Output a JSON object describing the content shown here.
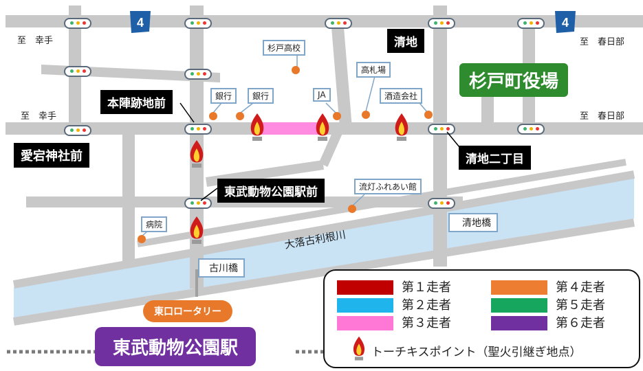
{
  "route_number": "4",
  "directions": {
    "to_satte_top": "至　幸手",
    "to_satte_mid": "至　幸手",
    "to_kasukabe_top": "至　春日部",
    "to_kasukabe_mid": "至　春日部"
  },
  "intersections": {
    "honjin": "本陣跡地前",
    "atago": "愛宕神社前",
    "kiyoji": "清地",
    "kiyoji_nichome": "清地二丁目",
    "tobu_station_mae": "東武動物公園駅前"
  },
  "landmarks": {
    "sugito_high": "杉戸高校",
    "takafudaba": "高札場",
    "bank1": "銀行",
    "bank2": "銀行",
    "ja": "JA",
    "sake_brewery": "酒造会社",
    "ryuto_hall": "流灯ふれあい館",
    "hospital": "病院"
  },
  "town_hall": "杉戸町役場",
  "river": "大落古利根川",
  "bridges": {
    "furukawa": "古川橋",
    "kiyoji": "清地橋"
  },
  "east_rotary": "東口ロータリー",
  "station": "東武動物公園駅",
  "legend": {
    "items": [
      {
        "label": "第１走者",
        "color": "#c00000"
      },
      {
        "label": "第２走者",
        "color": "#1fb4ec"
      },
      {
        "label": "第３走者",
        "color": "#ff78d6"
      },
      {
        "label": "第４走者",
        "color": "#ed7d31"
      },
      {
        "label": "第５走者",
        "color": "#16a65d"
      },
      {
        "label": "第６走者",
        "color": "#7030a0"
      }
    ],
    "torch_kiss": "トーチキスポイント（聖火引継ぎ地点）"
  },
  "colors": {
    "road": "#c8c8c8",
    "river": "#c9e2f4",
    "route_pink": "#ff8be0",
    "torch_red": "#d01b1b",
    "torch_yellow": "#ffcf2f"
  }
}
